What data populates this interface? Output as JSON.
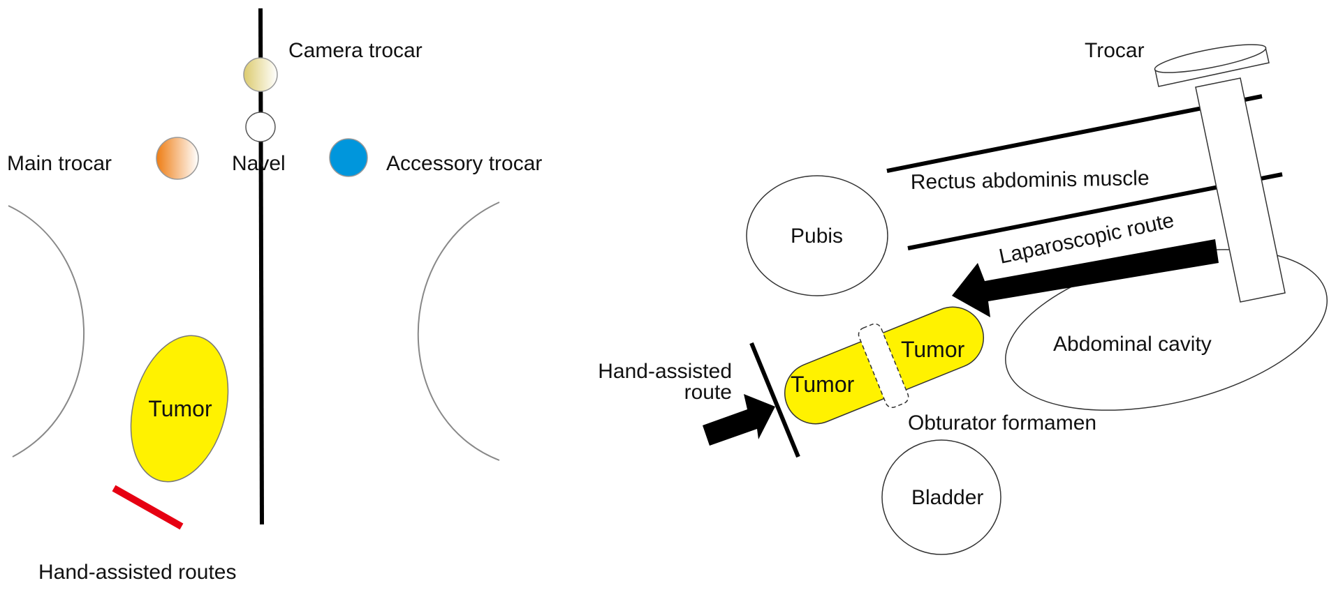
{
  "left_panel": {
    "labels": {
      "camera_trocar": "Camera trocar",
      "main_trocar": "Main trocar",
      "navel": "Navel",
      "accessory_trocar": "Accessory trocar",
      "tumor": "Tumor",
      "hand_assisted_routes": "Hand-assisted routes"
    }
  },
  "right_panel": {
    "labels": {
      "trocar": "Trocar",
      "rectus_abdominis": "Rectus abdominis muscle",
      "pubis": "Pubis",
      "laparoscopic_route": "Laparoscopic route",
      "abdominal_cavity": "Abdominal cavity",
      "tumor_left": "Tumor",
      "tumor_right": "Tumor",
      "hand_assisted_route_line1": "Hand-assisted",
      "hand_assisted_route_line2": "route",
      "obturator_foramen": "Obturator formamen",
      "bladder": "Bladder"
    }
  },
  "colors": {
    "tumor_fill": "#fff200",
    "accessory_trocar": "#0096dc",
    "main_trocar": "#f08c28",
    "camera_trocar": "#e6d78c",
    "hand_route_bar": "#e60012",
    "stroke": "#000000"
  }
}
